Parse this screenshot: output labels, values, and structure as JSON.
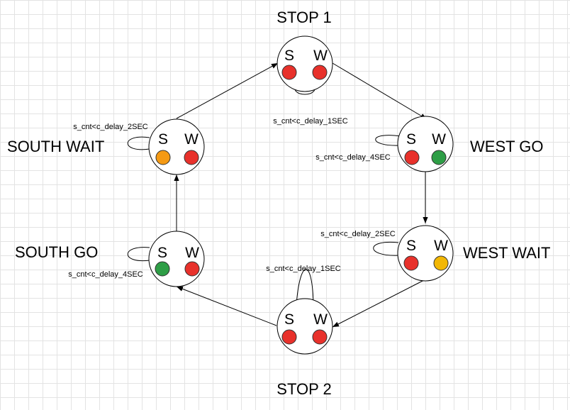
{
  "diagram": {
    "states": [
      {
        "title": "STOP 1",
        "south_letter": "S",
        "west_letter": "W",
        "south_light": "red",
        "west_light": "red",
        "loop_condition": "s_cnt<c_delay_1SEC"
      },
      {
        "title": "WEST GO",
        "south_letter": "S",
        "west_letter": "W",
        "south_light": "red",
        "west_light": "green",
        "loop_condition": "s_cnt<c_delay_4SEC"
      },
      {
        "title": "WEST WAIT",
        "south_letter": "S",
        "west_letter": "W",
        "south_light": "red",
        "west_light": "yellow",
        "loop_condition": "s_cnt<c_delay_2SEC"
      },
      {
        "title": "STOP 2",
        "south_letter": "S",
        "west_letter": "W",
        "south_light": "red",
        "west_light": "red",
        "loop_condition": "s_cnt<c_delay_1SEC"
      },
      {
        "title": "SOUTH GO",
        "south_letter": "S",
        "west_letter": "W",
        "south_light": "green",
        "west_light": "red",
        "loop_condition": "s_cnt<c_delay_4SEC"
      },
      {
        "title": "SOUTH WAIT",
        "south_letter": "S",
        "west_letter": "W",
        "south_light": "orange",
        "west_light": "red",
        "loop_condition": "s_cnt<c_delay_2SEC"
      }
    ],
    "transitions": [
      {
        "from": "STOP 1",
        "to": "WEST GO"
      },
      {
        "from": "WEST GO",
        "to": "WEST WAIT"
      },
      {
        "from": "WEST WAIT",
        "to": "STOP 2"
      },
      {
        "from": "STOP 2",
        "to": "SOUTH GO"
      },
      {
        "from": "SOUTH GO",
        "to": "SOUTH WAIT"
      },
      {
        "from": "SOUTH WAIT",
        "to": "STOP 1"
      }
    ],
    "light_colors": {
      "red": "#e8312b",
      "green": "#2e9e46",
      "yellow": "#f2b705",
      "orange": "#f59a14"
    }
  }
}
